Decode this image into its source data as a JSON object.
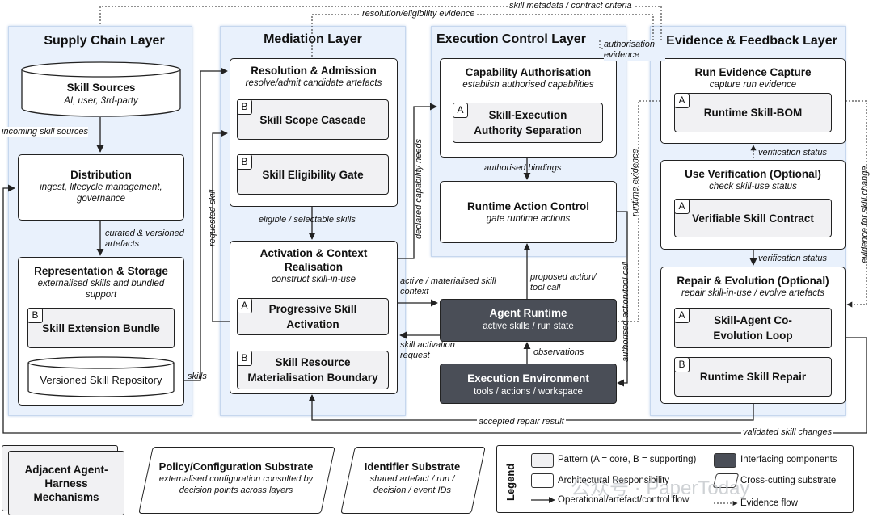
{
  "layers": {
    "supply": "Supply Chain Layer",
    "mediation": "Mediation Layer",
    "execution": "Execution Control Layer",
    "evidence": "Evidence & Feedback Layer"
  },
  "supply": {
    "sources": {
      "title": "Skill Sources",
      "sub": "AI, user, 3rd-party"
    },
    "distribution": {
      "title": "Distribution",
      "sub": "ingest, lifecycle management, governance"
    },
    "representation": {
      "title": "Representation & Storage",
      "sub": "externalised skills and bundled support"
    },
    "bundle": {
      "tag": "B",
      "title": "Skill Extension Bundle"
    },
    "repository": "Versioned Skill Repository"
  },
  "mediation": {
    "resolution": {
      "title": "Resolution & Admission",
      "sub": "resolve/admit candidate artefacts"
    },
    "cascade": {
      "tag": "B",
      "title": "Skill Scope Cascade"
    },
    "gate": {
      "tag": "B",
      "title": "Skill Eligibility Gate"
    },
    "activation": {
      "title": "Activation & Context Realisation",
      "sub": "construct skill-in-use"
    },
    "progressive": {
      "tag": "A",
      "title": "Progressive Skill Activation"
    },
    "materialisation": {
      "tag": "B",
      "title": "Skill Resource Materialisation Boundary"
    }
  },
  "execution": {
    "capability": {
      "title": "Capability Authorisation",
      "sub": "establish authorised capabilities"
    },
    "authority": {
      "tag": "A",
      "title": "Skill-Execution Authority Separation"
    },
    "runtime_control": {
      "title": "Runtime Action Control",
      "sub": "gate runtime actions"
    },
    "agent_runtime": {
      "title": "Agent Runtime",
      "sub": "active skills / run state"
    },
    "environment": {
      "title": "Execution Environment",
      "sub": "tools / actions / workspace"
    }
  },
  "evidence": {
    "capture": {
      "title": "Run Evidence Capture",
      "sub": "capture run evidence"
    },
    "bom": {
      "tag": "A",
      "title": "Runtime Skill-BOM"
    },
    "verification": {
      "title": "Use Verification (Optional)",
      "sub": "check skill-use status"
    },
    "contract": {
      "tag": "A",
      "title": "Verifiable Skill Contract"
    },
    "repair": {
      "title": "Repair & Evolution (Optional)",
      "sub": "repair skill-in-use / evolve artefacts"
    },
    "coevolution": {
      "tag": "A",
      "title": "Skill-Agent Co-Evolution Loop"
    },
    "runtime_repair": {
      "tag": "B",
      "title": "Runtime Skill Repair"
    }
  },
  "edge_labels": {
    "metadata": "skill metadata / contract criteria",
    "resolution_evidence": "resolution/eligibility evidence",
    "incoming": "incoming skill sources",
    "curated": "curated & versioned artefacts",
    "skills": "skills",
    "requested": "requested skill",
    "eligible": "eligible / selectable skills",
    "declared": "declared capability needs",
    "auth_evidence": "authorisation evidence",
    "bindings": "authorised bindings",
    "active_ctx": "active / materialised skill context",
    "activation_req": "skill activation request",
    "proposed": "proposed action/ tool call",
    "observations": "observations",
    "runtime_evidence": "runtime evidence",
    "auth_action": "authorised action/tool call",
    "verification1": "verification status",
    "verification2": "verification status",
    "evidence_change": "evidence for skill change",
    "accepted": "accepted repair result",
    "validated": "validated skill changes"
  },
  "bottom": {
    "adjacent": "Adjacent Agent-Harness Mechanisms",
    "policy": {
      "title": "Policy/Configuration Substrate",
      "sub": "externalised configuration consulted by decision points across layers"
    },
    "identifier": {
      "title": "Identifier Substrate",
      "sub": "shared artefact / run / decision / event IDs"
    }
  },
  "legend": {
    "title": "Legend",
    "pattern": "Pattern (A = core, B = supporting)",
    "interfacing": "Interfacing components",
    "architectural": "Architectural Responsibility",
    "crosscutting": "Cross-cutting substrate",
    "operational": "Operational/artefact/control flow",
    "evidence_flow": "Evidence flow"
  },
  "watermark": "公众号 · PaperToday",
  "colors": {
    "layer_bg": "#e9f1fc",
    "pattern_bg": "#f1f1f3",
    "dark": "#4a4e57"
  }
}
